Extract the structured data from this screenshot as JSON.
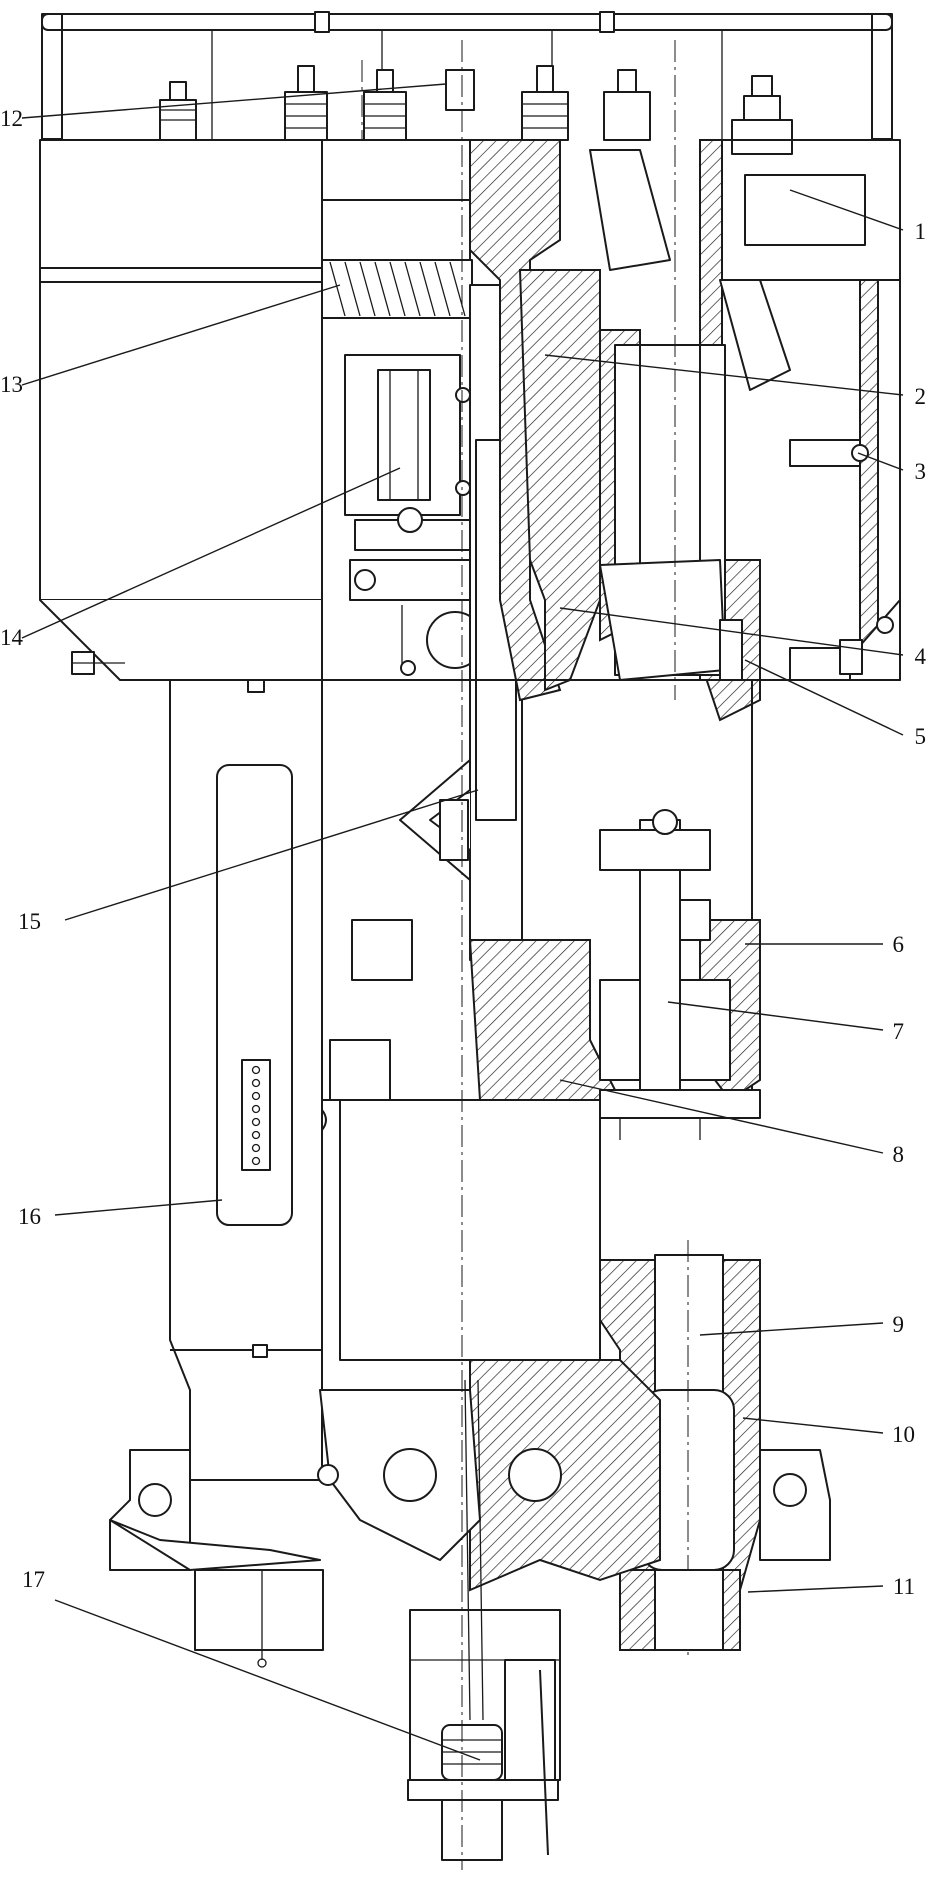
{
  "diagram": {
    "callouts": [
      {
        "id": "c1",
        "text": "1"
      },
      {
        "id": "c2",
        "text": "2"
      },
      {
        "id": "c3",
        "text": "3"
      },
      {
        "id": "c4",
        "text": "4"
      },
      {
        "id": "c5",
        "text": "5"
      },
      {
        "id": "c6",
        "text": "6"
      },
      {
        "id": "c7",
        "text": "7"
      },
      {
        "id": "c8",
        "text": "8"
      },
      {
        "id": "c9",
        "text": "9"
      },
      {
        "id": "c10",
        "text": "10"
      },
      {
        "id": "c11",
        "text": "11"
      },
      {
        "id": "c12",
        "text": "12"
      },
      {
        "id": "c13",
        "text": "13"
      },
      {
        "id": "c14",
        "text": "14"
      },
      {
        "id": "c15",
        "text": "15"
      },
      {
        "id": "c16",
        "text": "16"
      },
      {
        "id": "c17",
        "text": "17"
      }
    ],
    "line_color": "#1a1a1a",
    "background": "#ffffff"
  }
}
